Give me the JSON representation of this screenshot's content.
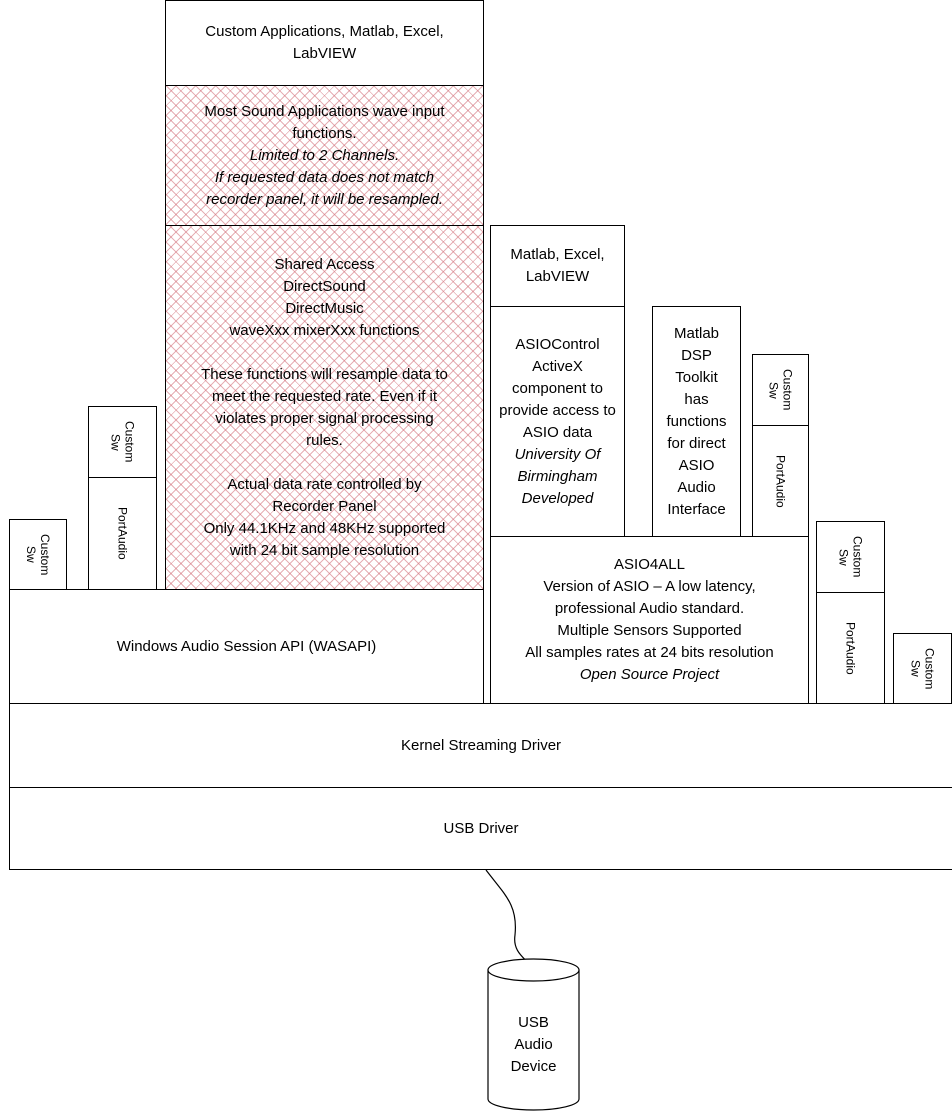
{
  "layers": {
    "usb_driver": "USB Driver",
    "kernel_streaming": "Kernel Streaming Driver",
    "wasapi": "Windows Audio Session API (WASAPI)"
  },
  "left_stack": {
    "custom_apps": [
      "Custom Applications, Matlab, Excel,",
      "LabVIEW"
    ],
    "wave_input": {
      "lines": [
        "Most Sound Applications wave input",
        "functions."
      ],
      "italic_lines": [
        "Limited to 2 Channels.",
        "If requested data does not match",
        "recorder panel, it will be resampled."
      ]
    },
    "shared_access": {
      "lines_a": [
        "Shared Access",
        "DirectSound",
        "DirectMusic",
        "waveXxx mixerXxx functions"
      ],
      "lines_b": [
        "These functions will resample data to",
        "meet the requested rate.  Even if it",
        "violates proper signal processing",
        "rules."
      ],
      "lines_c": [
        "Actual data rate controlled by",
        "Recorder Panel",
        "Only 44.1KHz and 48KHz supported",
        "with 24 bit sample resolution"
      ]
    }
  },
  "small_boxes": {
    "custom_sw": [
      "Custom",
      "Sw"
    ],
    "portaudio": "PortAudio"
  },
  "asio_stack": {
    "matlab_excel": [
      "Matlab, Excel,",
      "LabVIEW"
    ],
    "asio_control": {
      "lines": [
        "ASIOControl",
        "ActiveX",
        "component to",
        "provide access to",
        "ASIO data"
      ],
      "italic_lines": [
        "University Of",
        "Birmingham",
        "Developed"
      ]
    },
    "matlab_dsp": [
      "Matlab",
      "DSP",
      "Toolkit",
      "has",
      "functions",
      "for direct",
      "ASIO",
      "Audio",
      "Interface"
    ],
    "asio4all": {
      "lines": [
        "ASIO4ALL",
        "Version of ASIO – A low latency,",
        "professional Audio standard.",
        "Multiple Sensors Supported",
        "All samples rates at 24 bits resolution"
      ],
      "italic_lines": [
        "Open Source Project"
      ]
    }
  },
  "device": [
    "USB",
    "Audio",
    "Device"
  ],
  "colors": {
    "hatch": "#d26e78",
    "stroke": "#000000"
  }
}
